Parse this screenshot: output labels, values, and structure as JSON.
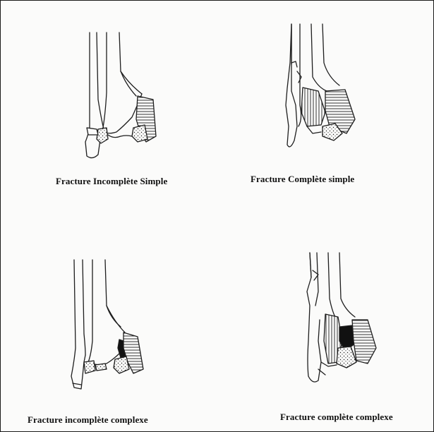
{
  "figures": [
    {
      "caption": "Fracture Incomplète Simple"
    },
    {
      "caption": "Fracture Complète simple"
    },
    {
      "caption": "Fracture incomplète  complexe"
    },
    {
      "caption": "Fracture  complète  complexe"
    }
  ]
}
